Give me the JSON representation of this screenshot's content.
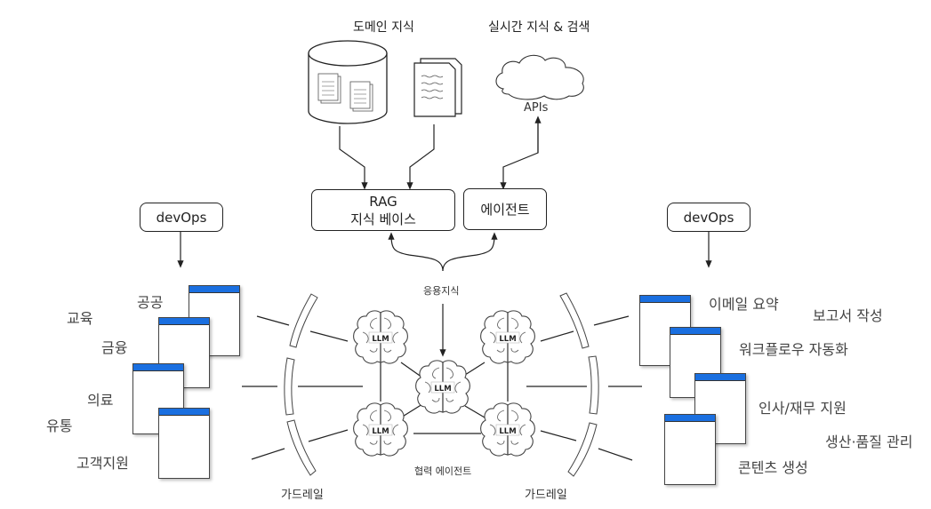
{
  "top": {
    "domain_knowledge_title": "도메인 지식",
    "realtime_title": "실시간 지식 & 검색",
    "apis_label": "APIs"
  },
  "boxes": {
    "rag_line1": "RAG",
    "rag_line2": "지식 베이스",
    "agent": "에이전트"
  },
  "center": {
    "applied_knowledge": "응용지식",
    "collab_agent": "협력 에이전트",
    "llm_label": "LLM",
    "llm_count": 5
  },
  "left": {
    "devops": "devOps",
    "guardrail": "가드레일",
    "domains": [
      "공공",
      "교육",
      "금융",
      "의료",
      "유통",
      "고객지원"
    ]
  },
  "right": {
    "devops": "devOps",
    "guardrail": "가드레일",
    "tasks": [
      "이메일 요약",
      "보고서 작성",
      "워크플로우 자동화",
      "인사/재무 지원",
      "생산·품질 관리",
      "콘텐츠 생성"
    ]
  },
  "colors": {
    "accent": "#1a6fe0",
    "stroke": "#222222"
  }
}
